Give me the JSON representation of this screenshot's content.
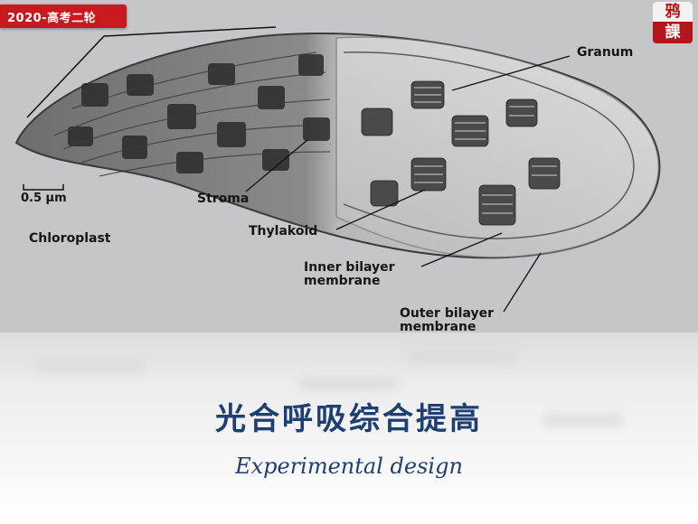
{
  "badge": {
    "text": "2020-高考二轮"
  },
  "logo": {
    "top": "鸦",
    "bottom": "課"
  },
  "figure": {
    "labels": {
      "granum": "Granum",
      "scale": "0.5 μm",
      "stroma": "Stroma",
      "chloroplast": "Chloroplast",
      "thylakoid": "Thylakoid",
      "inner_line1": "Inner bilayer",
      "inner_line2": "membrane",
      "outer_line1": "Outer bilayer",
      "outer_line2": "membrane"
    }
  },
  "title": "光合呼吸综合提高",
  "subtitle": "Experimental design"
}
